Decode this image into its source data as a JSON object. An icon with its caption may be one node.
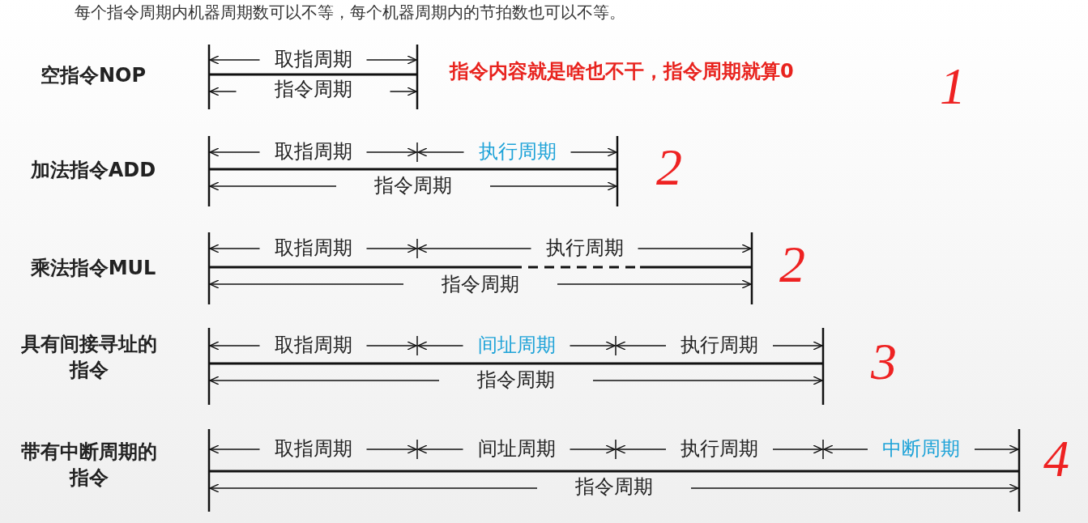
{
  "diagram": {
    "labels": [
      "每个指令周期内机器周期数可以不等，每个机器周期内的节拍数也可以不等。",
      "空指令NOP",
      "取指周期",
      "指令周期",
      "指令内容就是啥也不干，指令周期就算0",
      "1",
      "加法指令ADD",
      "取指周期",
      "执行周期",
      "指令周期",
      "2",
      "乘法指令MUL",
      "取指周期",
      "执行周期",
      "指令周期",
      "2",
      "具有间接寻址的指令",
      "取指周期",
      "间址周期",
      "执行周期",
      "指令周期",
      "3",
      "带有中断周期的指令",
      "取指周期",
      "间址周期",
      "执行周期",
      "中断周期",
      "指令周期",
      "4"
    ]
  }
}
